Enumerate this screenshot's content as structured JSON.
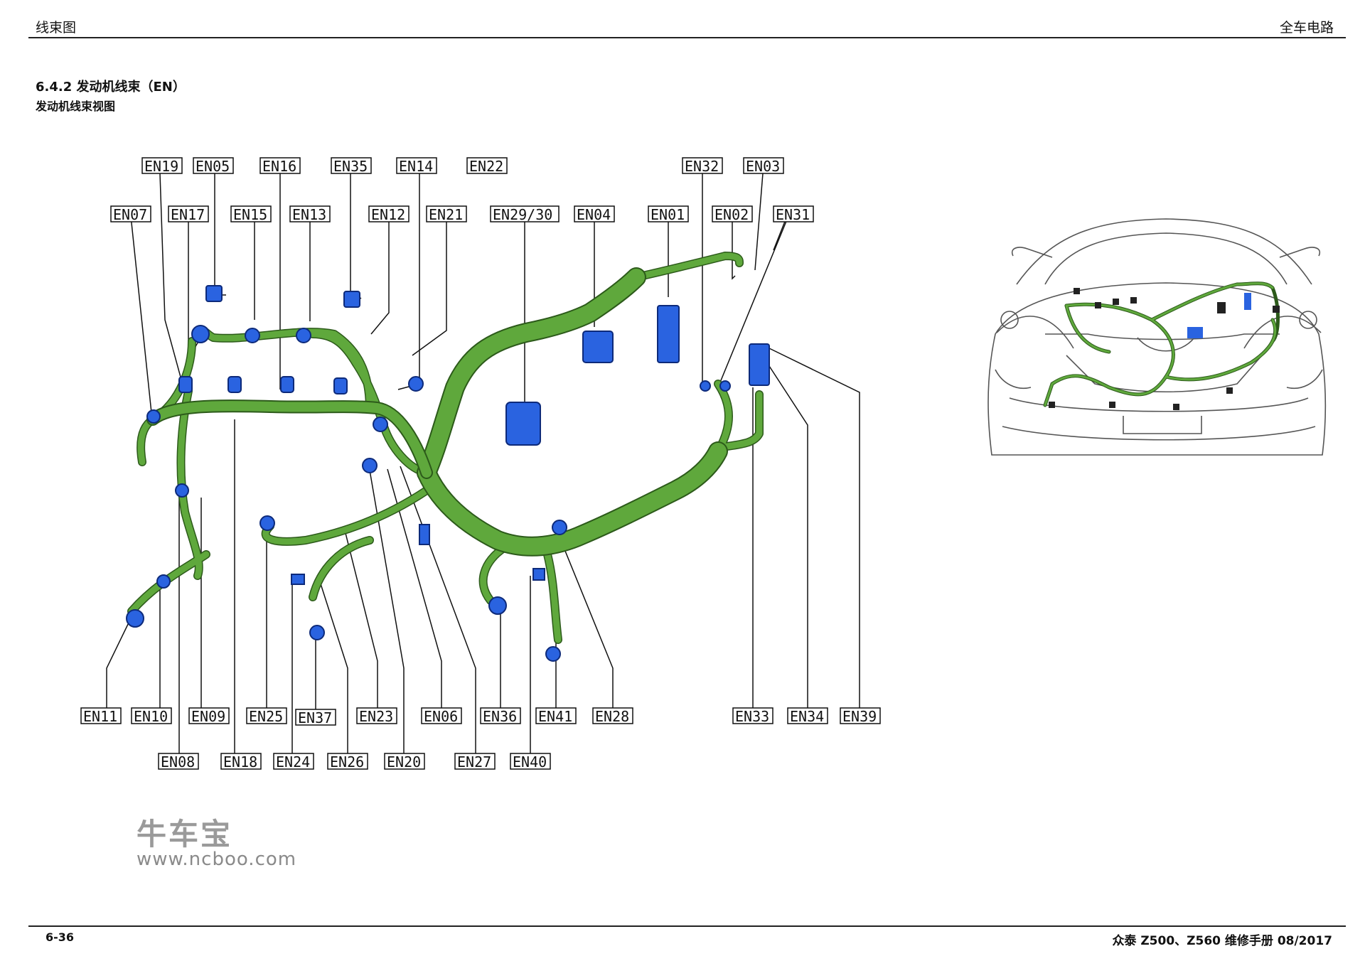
{
  "header": {
    "left": "线束图",
    "right": "全车电路"
  },
  "section": {
    "title": "6.4.2 发动机线束（EN）",
    "subtitle": "发动机线束视图"
  },
  "labels": {
    "EN19": "EN19",
    "EN05": "EN05",
    "EN16": "EN16",
    "EN35": "EN35",
    "EN14": "EN14",
    "EN22": "EN22",
    "EN32": "EN32",
    "EN03": "EN03",
    "EN07": "EN07",
    "EN17": "EN17",
    "EN15": "EN15",
    "EN13": "EN13",
    "EN12": "EN12",
    "EN21": "EN21",
    "EN29_30": "EN29/30",
    "EN04": "EN04",
    "EN01": "EN01",
    "EN02": "EN02",
    "EN31": "EN31",
    "EN11": "EN11",
    "EN10": "EN10",
    "EN09": "EN09",
    "EN25": "EN25",
    "EN37": "EN37",
    "EN23": "EN23",
    "EN06": "EN06",
    "EN36": "EN36",
    "EN41": "EN41",
    "EN28": "EN28",
    "EN33": "EN33",
    "EN34": "EN34",
    "EN39": "EN39",
    "EN08": "EN08",
    "EN18": "EN18",
    "EN24": "EN24",
    "EN26": "EN26",
    "EN20": "EN20",
    "EN27": "EN27",
    "EN40": "EN40"
  },
  "colors": {
    "harness": "#5fa83c",
    "harness_edge": "#2c5a1a",
    "connector": "#2a63e0",
    "connector_edge": "#0d2a7a"
  },
  "watermark": {
    "brand": "牛车宝",
    "url": "www.ncboo.com"
  },
  "footer": {
    "page": "6-36",
    "manual": "众泰 Z500、Z560 维修手册 08/2017"
  }
}
